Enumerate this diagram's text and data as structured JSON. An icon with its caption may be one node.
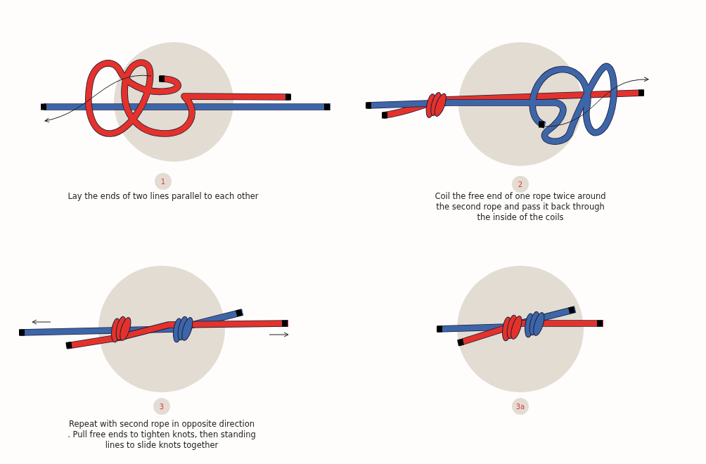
{
  "diagram": {
    "nodes": [
      {
        "text": [
          "1"
        ],
        "beside": [
          "Lay the ends of two lines parallel to each other"
        ]
      },
      {
        "text": [
          "2"
        ],
        "beside": [
          "Coil the free end of one rope twice around the second rope and pass it back through the inside of the coils"
        ]
      },
      {
        "text": [
          "3"
        ],
        "beside": [
          "Repeat with second rope in opposite direction . Pull free ends to tighten knots, then standing lines to slide knots together"
        ]
      },
      {
        "text": [
          "3a"
        ]
      }
    ]
  }
}
